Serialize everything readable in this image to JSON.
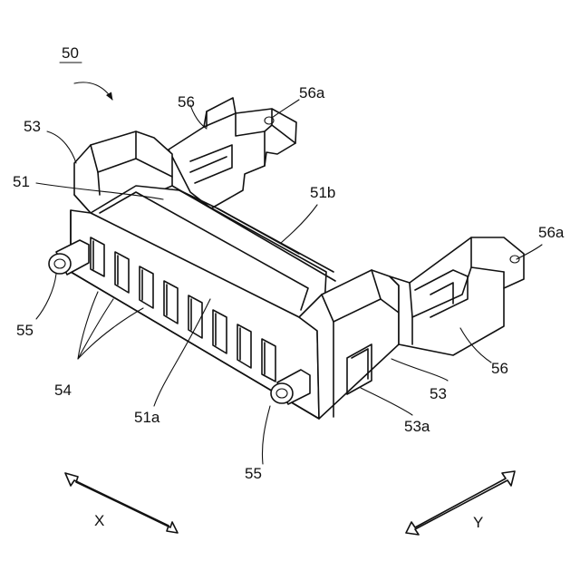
{
  "figure": {
    "reference_number": "50",
    "labels": {
      "base": "51",
      "top_face": "51b",
      "front_face": "51a",
      "end_block": "53",
      "end_recess": "53a",
      "slots": "54",
      "pin": "55",
      "arm": "56",
      "arm_hole": "56a"
    },
    "axes": {
      "x": "X",
      "y": "Y"
    }
  }
}
